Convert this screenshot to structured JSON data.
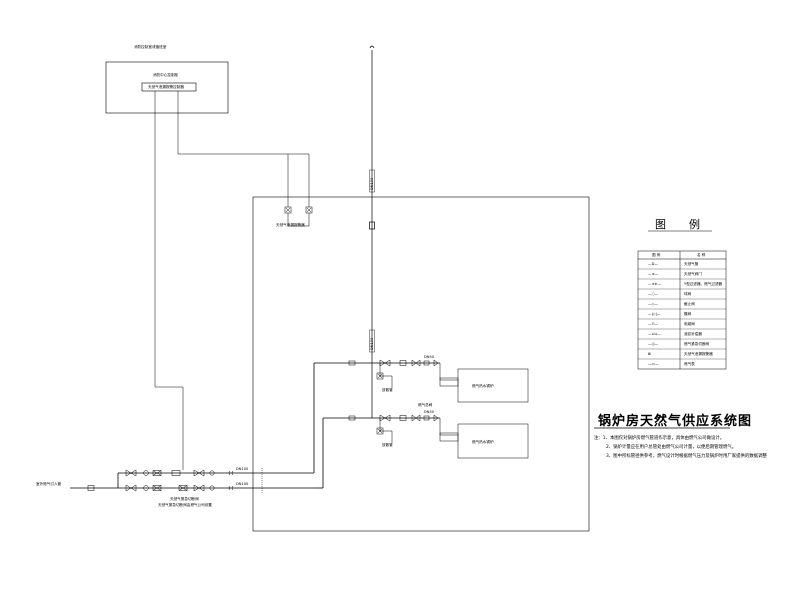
{
  "diagram_title": "锅炉房天然气供应系统图",
  "legend": {
    "title": "图　例",
    "headers": [
      "图 例",
      "名 称"
    ],
    "rows": [
      {
        "symbol": "—D—",
        "name": "天然气管"
      },
      {
        "symbol": "—⊲—",
        "name": "天然气阀门"
      },
      {
        "symbol": "—⊲⊳—",
        "name": "Y型过滤器、燃气过滤器"
      },
      {
        "symbol": "—○—",
        "name": "球阀"
      },
      {
        "symbol": "—◇—",
        "name": "截止阀"
      },
      {
        "symbol": "—|◇|—",
        "name": "蝶阀"
      },
      {
        "symbol": "—⊓—",
        "name": "电磁阀"
      },
      {
        "symbol": "—⊔⊔—",
        "name": "波纹补偿器"
      },
      {
        "symbol": "—◎—",
        "name": "燃气紧急切断阀"
      },
      {
        "symbol": "⊠",
        "name": "天然气泄漏报警器"
      },
      {
        "symbol": "—▭—",
        "name": "燃气表"
      }
    ]
  },
  "notes": [
    "注：1、本图仅对锅炉房燃气管道作示意，具体由燃气公司做设计。",
    "2、锅炉计量应在用户总管处由燃气公司计量，以便后期管理燃气。",
    "3、图中所标管径供参考，燃气设计时根据燃气压力及锅炉时用厂家提供的数据调整"
  ],
  "labels": {
    "fire_room": "消防控制室或值班室",
    "control_center": "消防中心控制柜",
    "alarm_controller": "天然气泄漏报警控制器",
    "gas_detector": "天然气泄漏报警器",
    "inlet": "室外燃气引入管",
    "cutoff_valve": "天然气紧急切断阀",
    "cutoff_note": "天然气紧急切断阀由燃气公司设置",
    "boiler_1": "燃气热水锅炉",
    "boiler_2": "燃气热水锅炉",
    "vent_1": "放散管",
    "vent_2": "放散管",
    "dn_main": "DN100",
    "dn_vertical": "DN100",
    "dn_branch_1": "DN50",
    "dn_branch_2": "DN50",
    "inlet_dn_1": "DN100",
    "inlet_dn_2": "DN100",
    "branch_label_2": "燃气总阀"
  }
}
